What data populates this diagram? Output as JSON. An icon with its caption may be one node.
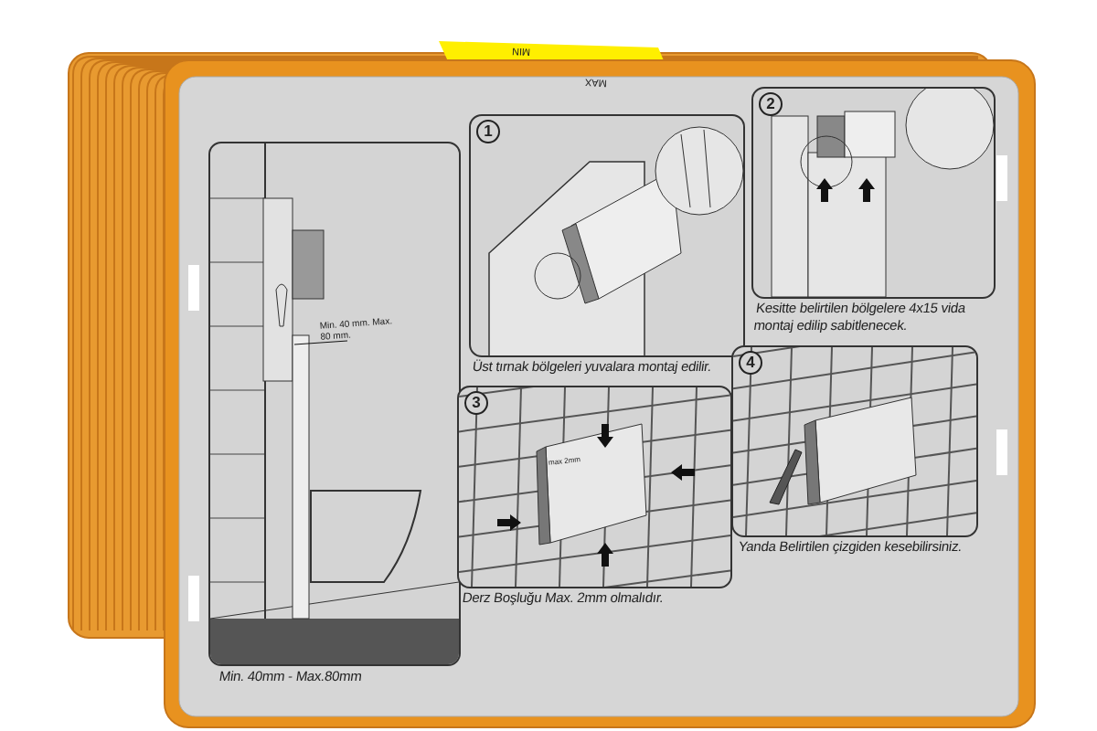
{
  "diagram": {
    "nodes": [
      {
        "text": [
          "Min. 40mm - Max.80mm"
        ]
      },
      {
        "text": [
          "1",
          "Üst tırnak bölgeleri yuvalara montaj edilir."
        ]
      },
      {
        "text": [
          "2",
          "Kesitte belirtilen bölgelere 4x15 vida montaj edilip sabitlenecek."
        ]
      },
      {
        "text": [
          "3",
          "Derz Boşluğu Max. 2mm olmalıdır."
        ]
      },
      {
        "text": [
          "4",
          "Yanda Belirtilen çizgiden kesebilirsiniz."
        ]
      }
    ],
    "labels": [
      "MIN",
      "MAX",
      "Min. 40 mm. Max. 80 mm.",
      "max 2mm"
    ]
  }
}
